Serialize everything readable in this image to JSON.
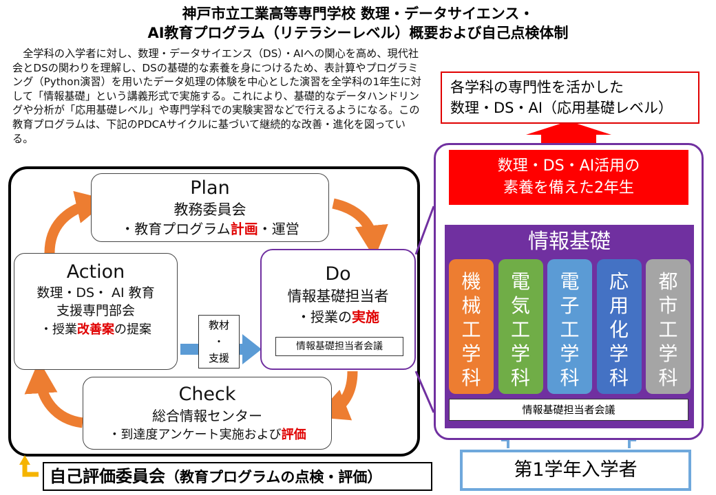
{
  "title": {
    "line1": "神戸市立工業高等専門学校 数理・データサイエンス・",
    "line2": "AI教育プログラム（リテラシーレベル）概要および自己点検体制"
  },
  "intro": "全学科の入学者に対し、数理・データサイエンス（DS）・AIへの関心を高め、現代社会とDSの関わりを理解し、DSの基礎的な素養を身につけるため、表計算やプログラミング（Python演習）を用いたデータ処理の体験を中心とした演習を全学科の1年生に対して「情報基礎」という講義形式で実施する。これにより、基礎的なデータハンドリングや分析が「応用基礎レベル」や専門学科での実験実習などで行えるようになる。この教育プログラムは、下記のPDCAサイクルに基づいて継続的な改善・進化を図っている。",
  "pdca": {
    "plan": {
      "name": "Plan",
      "org": "教務委員会",
      "pre": "・教育プログラム",
      "em": "計画",
      "post": "・運営"
    },
    "do": {
      "name": "Do",
      "org": "情報基礎担当者",
      "pre": "・授業の",
      "em": "実施",
      "post": "",
      "meeting": "情報基礎担当者会議"
    },
    "check": {
      "name": "Check",
      "org": "総合情報センター",
      "pre": "・到達度アンケート実施および",
      "em": "評価",
      "post": ""
    },
    "action": {
      "name": "Action",
      "org1": "数理・DS・ AI 教育",
      "org2": "支援専門部会",
      "pre": "・授業",
      "em": "改善案",
      "post": "の提案"
    },
    "support": {
      "line1": "教材",
      "line2": "・",
      "line3": "支援"
    }
  },
  "self_eval": {
    "bold": "自己評価委員会",
    "rest": "（教育プログラムの点検・評価）"
  },
  "goal": {
    "line1": "各学科の専門性を活かした",
    "line2": "数理・DS・AI（応用基礎レベル）"
  },
  "sophomore": {
    "line1": "数理・DS・AI活用の",
    "line2": "素養を備えた2年生"
  },
  "foundation": {
    "title": "情報基礎",
    "meeting": "情報基礎担当者会議",
    "departments": [
      {
        "name": "機械工学科",
        "color": "#ed7d31"
      },
      {
        "name": "電気工学科",
        "color": "#70ad47"
      },
      {
        "name": "電子工学科",
        "color": "#5b9bd5"
      },
      {
        "name": "応用化学科",
        "color": "#4472c4"
      },
      {
        "name": "都市工学科",
        "color": "#a5a5a5"
      }
    ]
  },
  "entrants": "第1学年入学者",
  "colors": {
    "accent_red": "#e00000",
    "purple": "#7030a0",
    "arrow_orange": "#ed7d31",
    "arrow_blue": "#5b9bd5",
    "entrant_blue": "#6fa8dc"
  }
}
